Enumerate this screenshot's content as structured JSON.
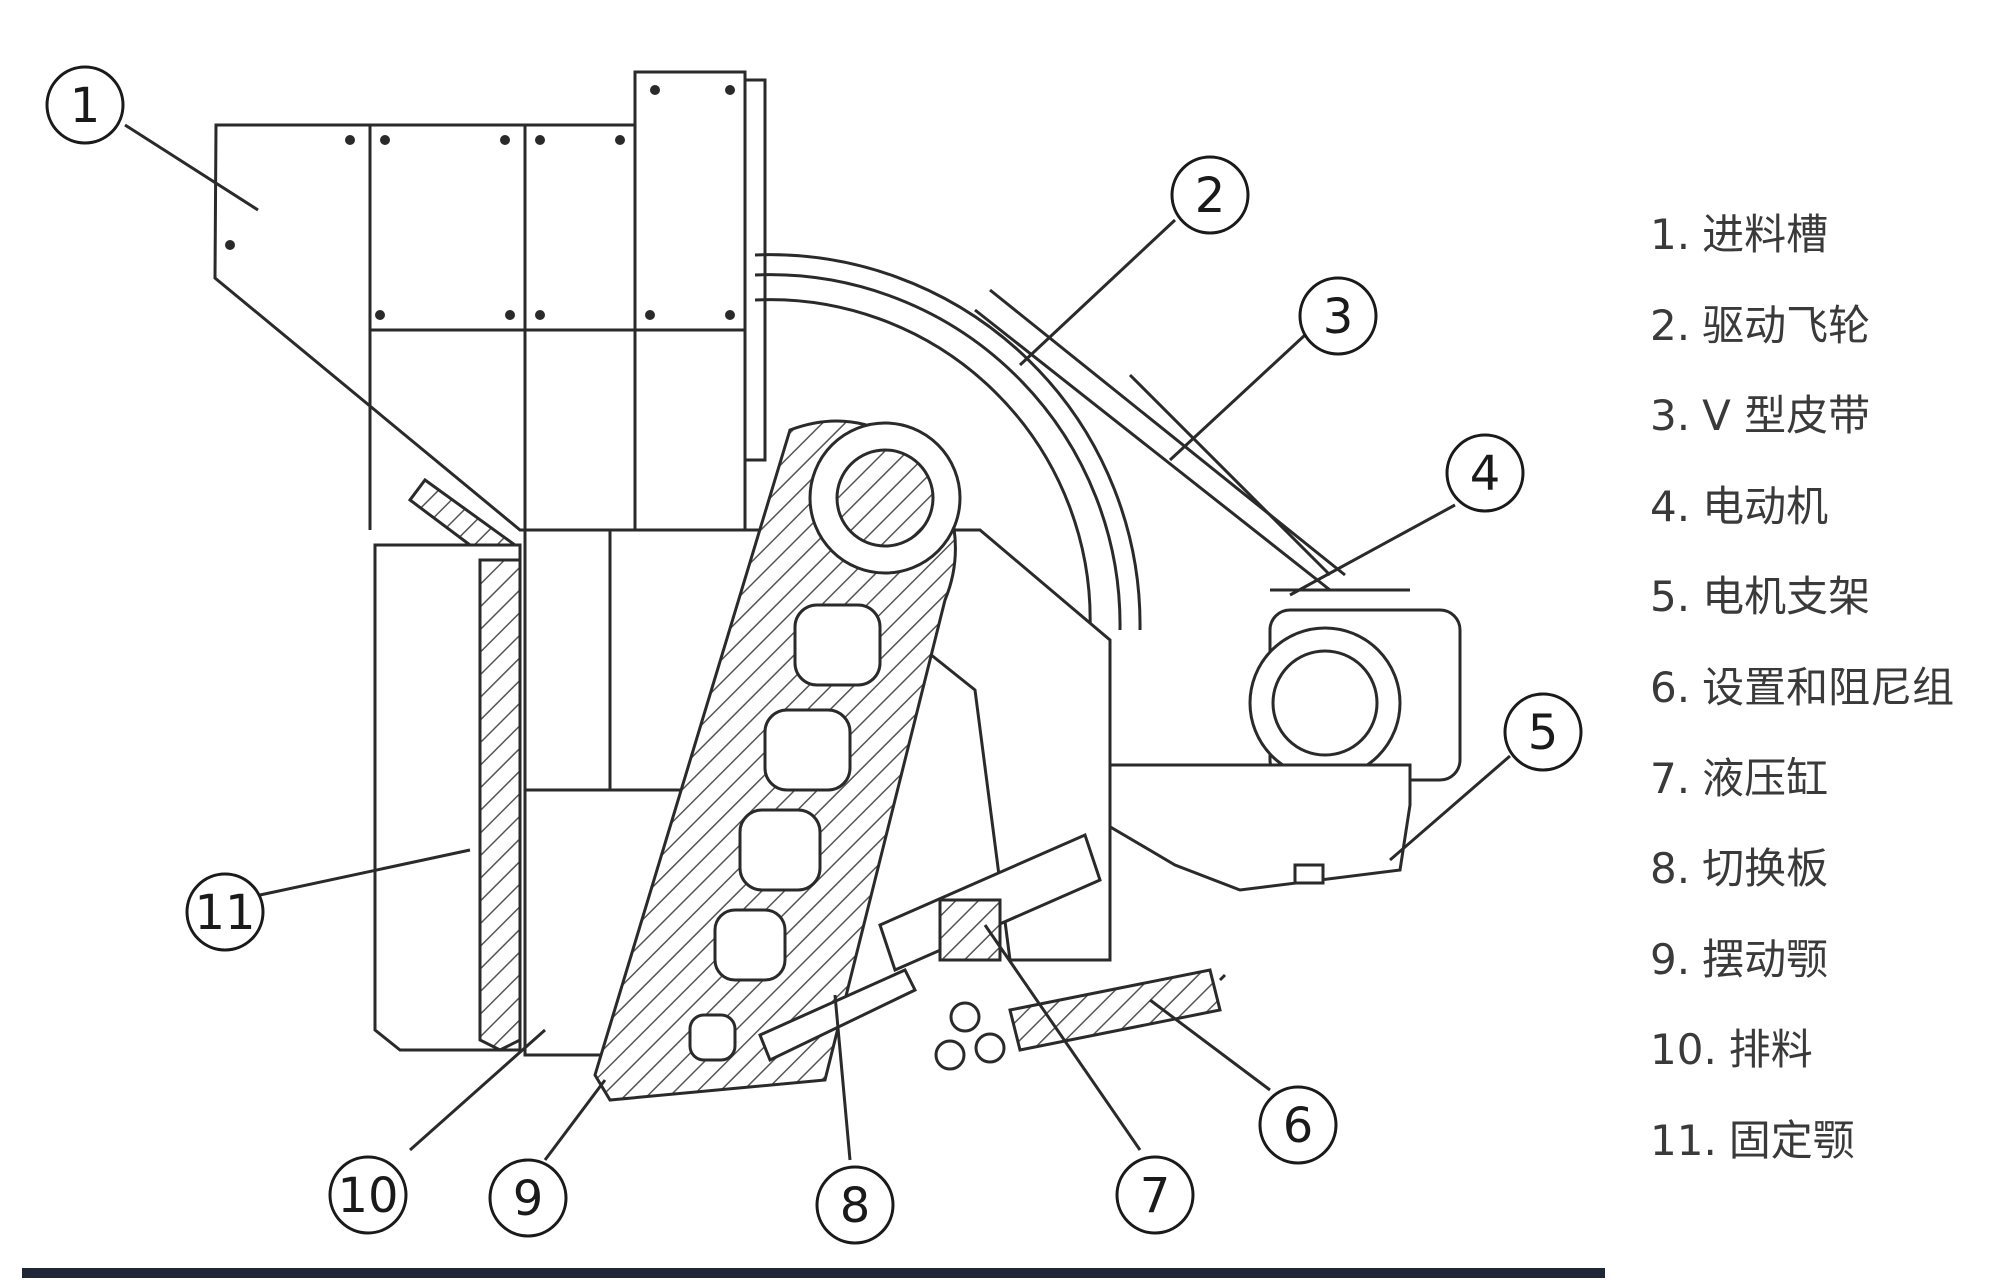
{
  "callouts": [
    "1",
    "2",
    "3",
    "4",
    "5",
    "6",
    "7",
    "8",
    "9",
    "10",
    "11"
  ],
  "legend": [
    {
      "num": "1.",
      "label": "进料槽"
    },
    {
      "num": "2.",
      "label": "驱动飞轮"
    },
    {
      "num": "3.",
      "label": "V 型皮带"
    },
    {
      "num": "4.",
      "label": "电动机"
    },
    {
      "num": "5.",
      "label": "电机支架"
    },
    {
      "num": "6.",
      "label": "设置和阻尼组"
    },
    {
      "num": "7.",
      "label": "液压缸"
    },
    {
      "num": "8.",
      "label": "切换板"
    },
    {
      "num": "9.",
      "label": "摆动颚"
    },
    {
      "num": "10.",
      "label": "排料"
    },
    {
      "num": "11.",
      "label": "固定颚"
    }
  ],
  "colors": {
    "line": "#2a2a2a",
    "hatch": "#555555",
    "bar": "#1d2738",
    "text": "#3a3a3a"
  }
}
